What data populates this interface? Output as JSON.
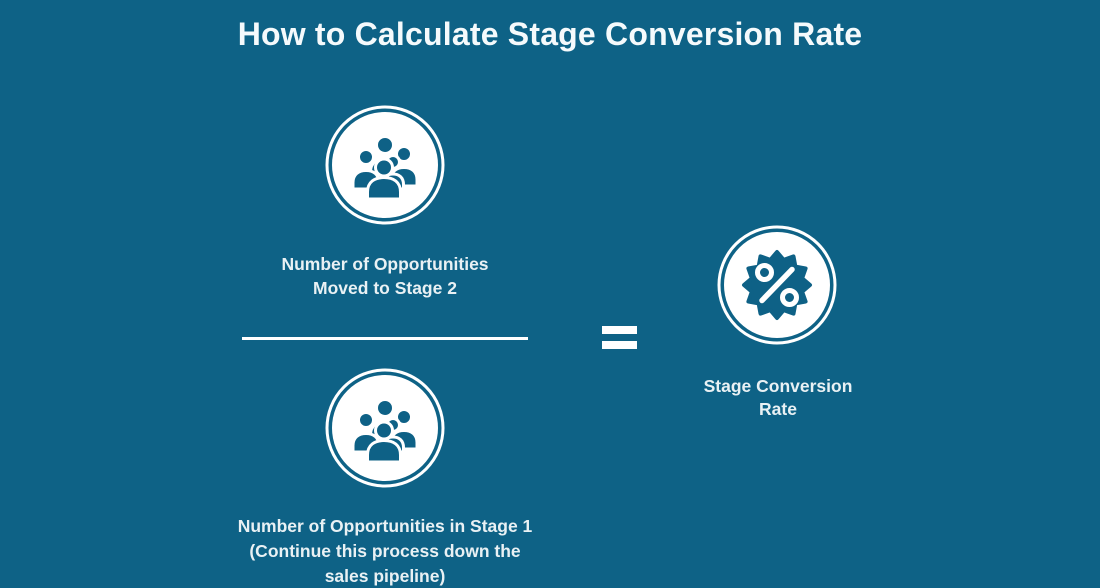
{
  "title": "How to Calculate Stage Conversion Rate",
  "colors": {
    "background": "#0e6286",
    "icon": "#0e6186",
    "disc": "#ffffff",
    "text": "#e9f1f4",
    "title_text": "#f5fafc"
  },
  "formula": {
    "numerator": {
      "icon": "group-of-people-icon",
      "label": "Number of Opportunities\nMoved to Stage 2"
    },
    "denominator": {
      "icon": "group-of-people-icon",
      "label": "Number of Opportunities in Stage 1\n(Continue this process down the\nsales pipeline)"
    },
    "operator": "=",
    "result": {
      "icon": "percent-badge-icon",
      "label": "Stage Conversion\nRate"
    }
  }
}
